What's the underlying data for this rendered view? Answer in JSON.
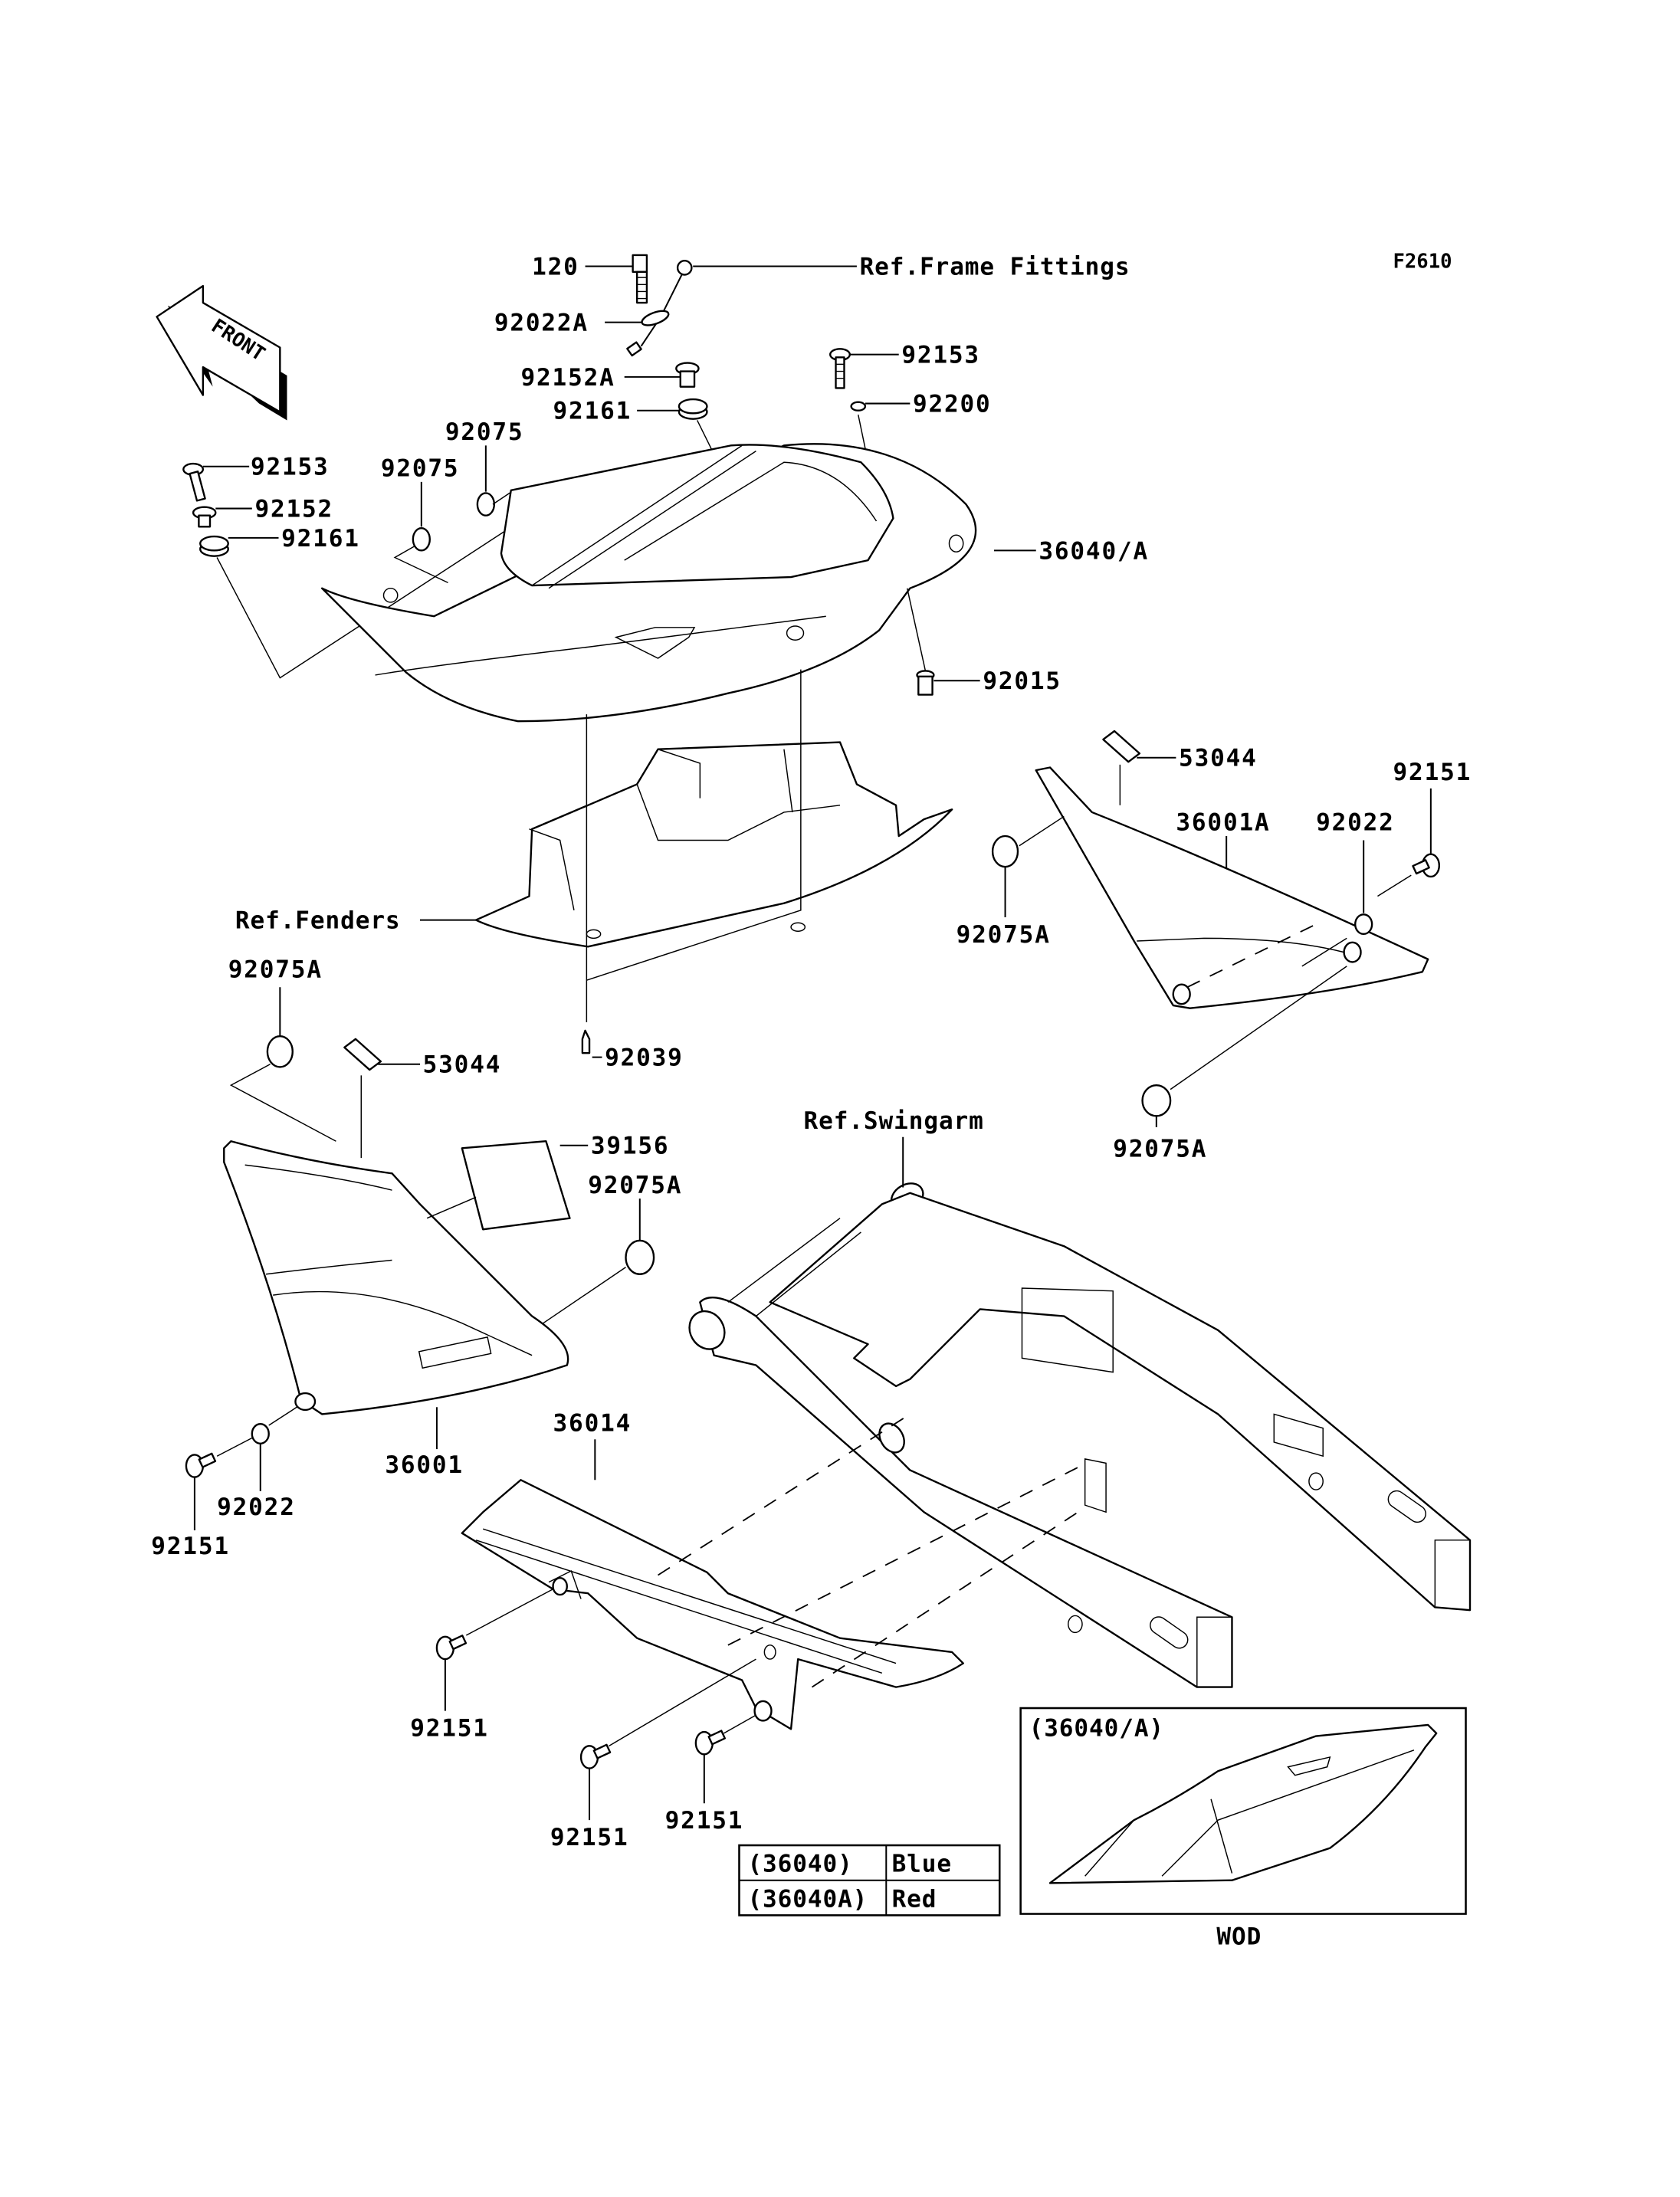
{
  "diagram": {
    "code": "F2610",
    "front_label": "FRONT",
    "callouts": {
      "p120": "120",
      "ref_frame": "Ref.Frame Fittings",
      "p92022A": "92022A",
      "p92152A": "92152A",
      "p92161_top": "92161",
      "p92153_top": "92153",
      "p92200": "92200",
      "p92075_a": "92075",
      "p92075_b": "92075",
      "p92153_left": "92153",
      "p92152_left": "92152",
      "p92161_left": "92161",
      "p36040A": "36040/A",
      "p92015": "92015",
      "p53044_right": "53044",
      "p92151_right": "92151",
      "p36001A": "36001A",
      "p92022_right": "92022",
      "p92075A_right_top": "92075A",
      "p92075A_right_bottom": "92075A",
      "ref_fenders": "Ref.Fenders",
      "p92075A_left_top": "92075A",
      "p53044_left": "53044",
      "p92039": "92039",
      "ref_swingarm": "Ref.Swingarm",
      "p39156": "39156",
      "p92075A_left_mid": "92075A",
      "p36001": "36001",
      "p92022_left": "92022",
      "p92151_left": "92151",
      "p36014": "36014",
      "p92151_a": "92151",
      "p92151_b": "92151",
      "p92151_c": "92151"
    },
    "color_table": {
      "rows": [
        {
          "code": "(36040)",
          "color": "Blue"
        },
        {
          "code": "(36040A)",
          "color": "Red"
        }
      ]
    },
    "inset": {
      "title": "(36040/A)",
      "caption": "WOD"
    }
  }
}
